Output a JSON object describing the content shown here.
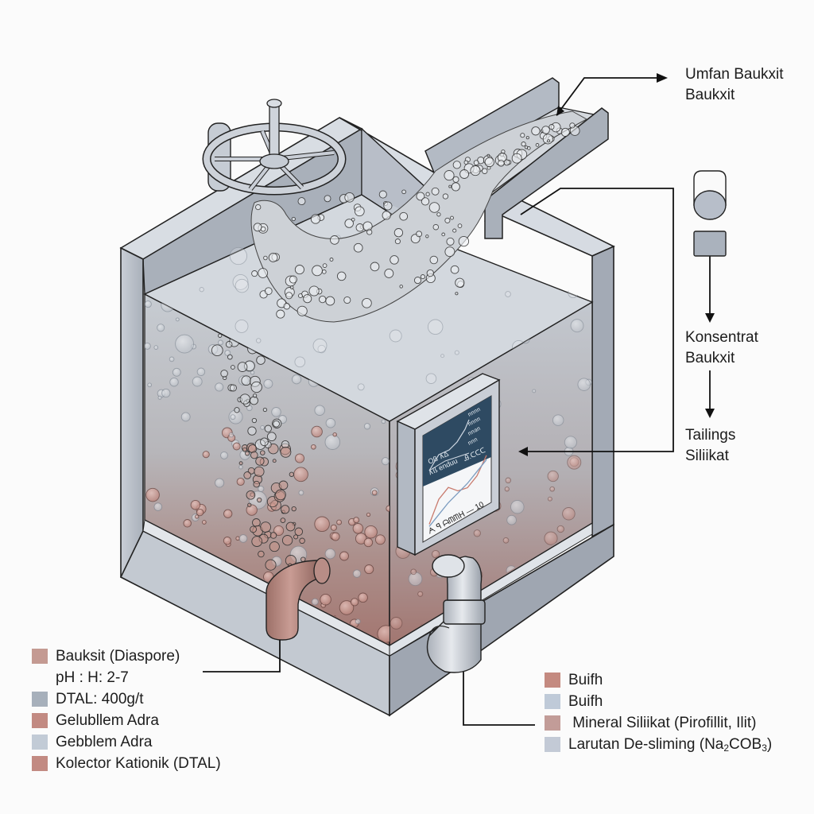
{
  "diagram": {
    "subject": "Bauxite reverse flotation tank (isometric)",
    "colors": {
      "background": "#fbfbfb",
      "steel_light": "#d6dbe2",
      "steel_mid": "#b4bac4",
      "steel_dark": "#979ea9",
      "liquid_top": "#c4c9d0",
      "liquid_bottom": "#a8807a",
      "froth": "#d3d6da",
      "bauxite_swatch": "#c49a92",
      "dtal_swatch": "#a7b0bb",
      "red_swatch": "#c28a82",
      "blue_swatch": "#c2cbd6",
      "panel_dark": "#2e4a62"
    }
  },
  "callouts": {
    "feed": {
      "line1": "Umfan Baukxit",
      "line2": "Baukxit"
    },
    "concentrate": {
      "line1": "Konsentrat",
      "line2": "Baukxit"
    },
    "tailings": {
      "line1": "Tailings",
      "line2": "Siliikat"
    }
  },
  "monitor": {
    "readouts": [
      "пппп",
      "пппп",
      "ппап",
      "ппп"
    ],
    "label_a": "Oß ∧∆",
    "label_b": "∧ß enduu",
    "value_right": "Ꭿ.ᑕᑕᑕ",
    "caption": "ᗅ ꟼ ᗩᗰᗰᕼ — 10",
    "chart_series": [
      {
        "name": "red",
        "color": "#c97b6e",
        "values": [
          0.1,
          0.55,
          0.7,
          0.5,
          0.45,
          0.6,
          0.95
        ]
      },
      {
        "name": "blue",
        "color": "#7c9cc0",
        "values": [
          0.05,
          0.2,
          0.35,
          0.45,
          0.55,
          0.7,
          0.85
        ]
      }
    ]
  },
  "legend_left": [
    {
      "label": "Bauksit (Diaspore)",
      "swatch": "#c49a92"
    },
    {
      "label": "pH : H: 2-7",
      "swatch": null
    },
    {
      "label": "DTAL: 400g/t",
      "swatch": "#a7b0bb"
    },
    {
      "label": "Gelubllem Adra",
      "swatch": "#c28a82"
    },
    {
      "label": "Gebblem Adra",
      "swatch": "#c2cbd6"
    },
    {
      "label": "Kolector Kationik (DTAL)",
      "swatch": "#c28a82"
    }
  ],
  "legend_right": [
    {
      "label": "Buifh",
      "swatch": "#c48a80"
    },
    {
      "label": "Buifh",
      "swatch": "#bfcad8"
    },
    {
      "label": " Mineral Siliikat (Pirofillit, Ilit)",
      "swatch": "#c29c98"
    },
    {
      "label_prefix": "Larutan De-sliming (Na",
      "sub1": "2",
      "label_mid": "COB",
      "sub2": "3",
      "label_suffix": ")",
      "swatch": "#c3cad6"
    }
  ]
}
